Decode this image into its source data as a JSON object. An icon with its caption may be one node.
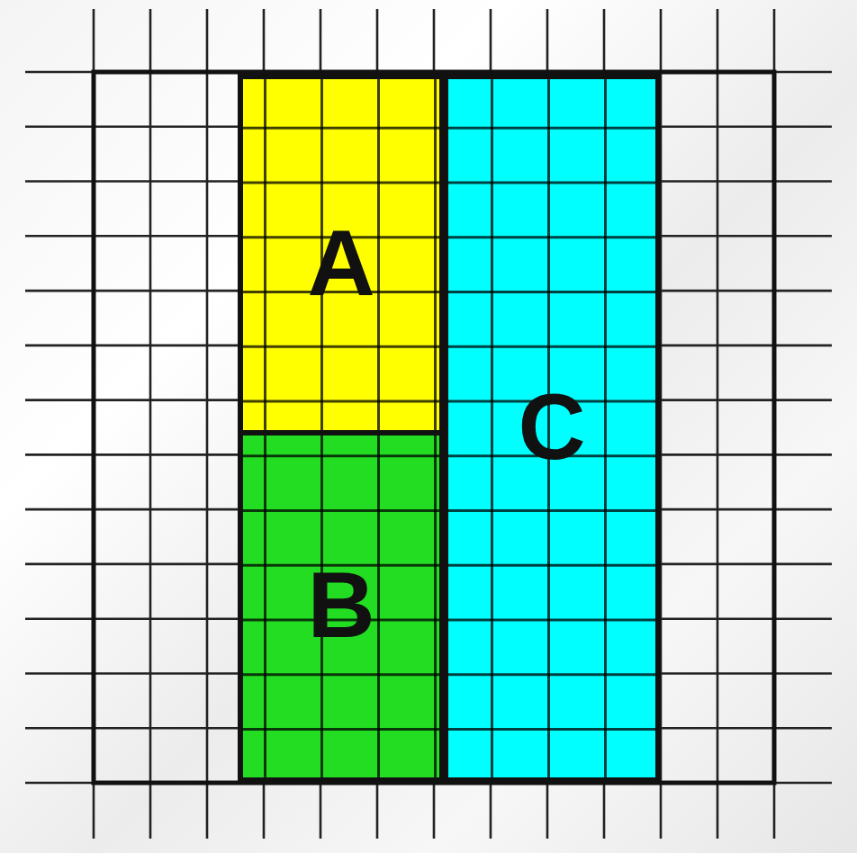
{
  "diagram": {
    "nodes": [
      {
        "text": [
          "A"
        ]
      },
      {
        "text": [
          "B"
        ]
      },
      {
        "text": [
          "C"
        ]
      }
    ]
  }
}
